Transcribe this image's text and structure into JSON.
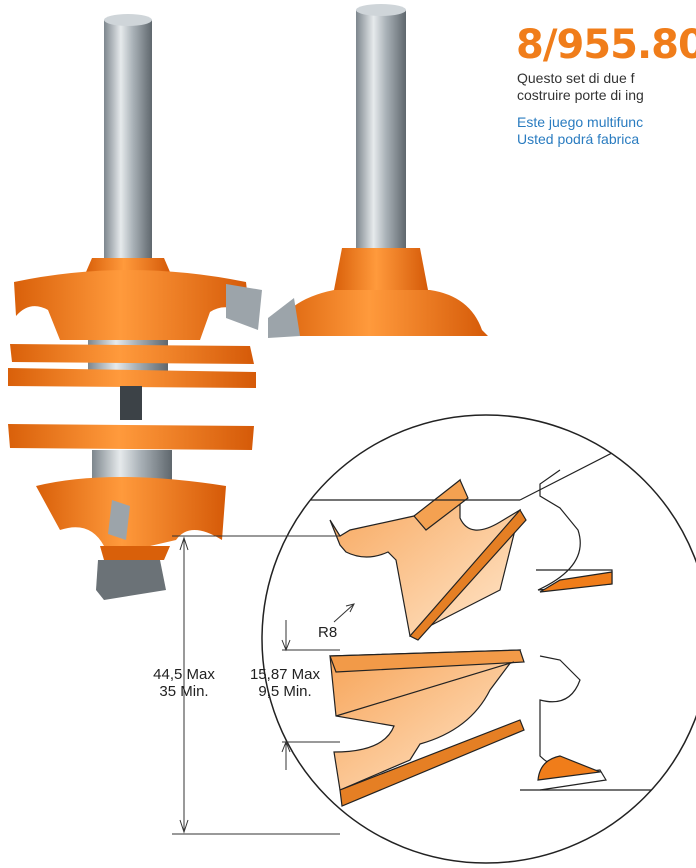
{
  "product": {
    "code": "8/955.80",
    "description_it": "Questo set di due f",
    "description_it_2": "costruire porte di ing",
    "description_es": "Este juego multifunc",
    "description_es_2": "Usted podrá fabrica"
  },
  "dimensions": {
    "radius": "R8",
    "total_max": "44,5 Max",
    "total_min": "35 Min.",
    "tongue_max": "15,87 Max",
    "tongue_min": "9,5 Min."
  },
  "colors": {
    "brand_orange": "#f07d1a",
    "spanish_text": "#2a7cc0",
    "steel": "#b7bec4"
  }
}
